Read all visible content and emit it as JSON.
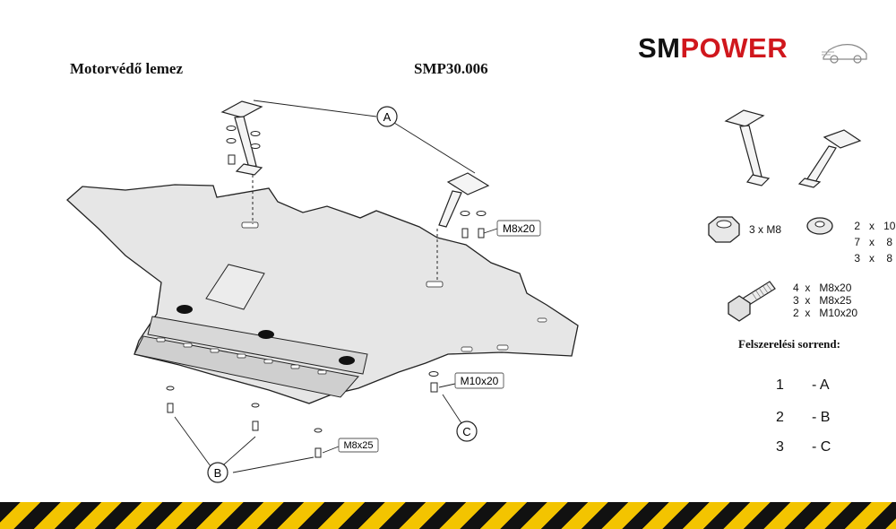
{
  "header": {
    "product_name": "Motorvédő lemez",
    "product_code": "SMP30.006",
    "logo_sm": "SM",
    "logo_power": "POWER"
  },
  "diagram": {
    "callouts": {
      "a": "A",
      "b": "B",
      "c": "C"
    },
    "bolt_labels": {
      "m8x20": "M8x20",
      "m10x20": "M10x20",
      "m8x25": "M8x25"
    }
  },
  "kit": {
    "nuts": "3  x  M8",
    "washers": [
      {
        "count": "2",
        "x": "x",
        "size": "10"
      },
      {
        "count": "7",
        "x": "x",
        "size": "8"
      },
      {
        "count": "3",
        "x": "x",
        "size": "8"
      }
    ],
    "bolts": [
      "4  x   M8x20",
      "3  x   M8x25",
      "2  x   M10x20"
    ]
  },
  "installation": {
    "title": "Felszerelési sorrend:",
    "steps": [
      {
        "step": "1",
        "part": "- A"
      },
      {
        "step": "2",
        "part": "- B"
      },
      {
        "step": "3",
        "part": "- C"
      }
    ]
  },
  "colors": {
    "brand_red": "#d0171d",
    "stripe_yellow": "#f3c400",
    "stripe_black": "#111111",
    "plate_fill": "#e6e6e6"
  }
}
